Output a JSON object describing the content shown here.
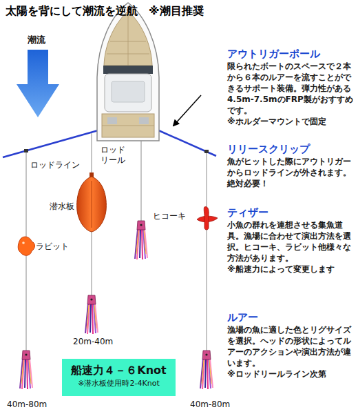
{
  "diagram": {
    "title": "太陽を背にして潮流を逆航　※潮目推奨",
    "nodes": [
      {
        "text": [
          "船速力４－６Knot",
          "※潜水板使用時2-4Knot"
        ]
      }
    ],
    "labels": [
      "潮流",
      "アウトリガーポール",
      "限られたボートのスペースで２本から６本のルアーを流すことができるサポート装備。弾力性がある4.5m-7.5mのFRP製がおすすめです。",
      "※ホルダーマウントで固定",
      "ロッドライン",
      "ロッド リール",
      "リリースクリップ",
      "魚がヒットした際にアウトリガーからロッドラインが外されます。絶対必要！",
      "潜水板",
      "ヒコーキ",
      "ティザー",
      "小魚の群れを連想させる集魚道具。漁場に合わせて演出方法を選択。ヒコーキ、ラビット他様々な方法があります。",
      "※船速力によって変更します",
      "ラビット",
      "20m-40m",
      "ルアー",
      "漁場の魚に適した色とリグサイズを選択。ヘッドの形状によってルアーのアクションや演出方法が違います。",
      "※ロッドリールライン次第",
      "40m-80m",
      "40m-80m"
    ]
  }
}
